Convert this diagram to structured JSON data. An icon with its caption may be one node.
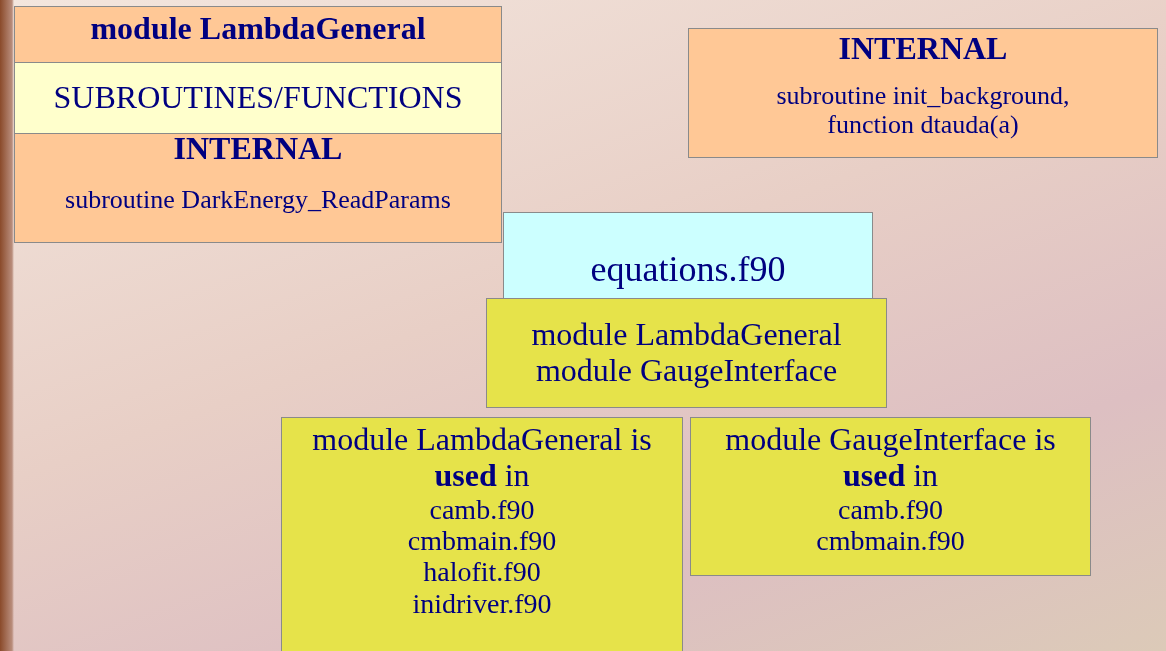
{
  "diagram": {
    "nodes": [
      {
        "text": [
          "module LambdaGeneral",
          "INTERNAL",
          "subroutine DarkEnergy_ReadParams"
        ]
      },
      {
        "text": [
          "SUBROUTINES/FUNCTIONS"
        ],
        "in": 0
      },
      {
        "text": [
          "INTERNAL",
          "subroutine init_background, function dtauda(a)"
        ]
      },
      {
        "text": [
          "equations.f90"
        ]
      },
      {
        "text": [
          "module LambdaGeneral",
          "module GaugeInterface"
        ]
      },
      {
        "text": [
          "module LambdaGeneral is **used** in",
          "camb.f90",
          "cmbmain.f90",
          "halofit.f90",
          "inidriver.f90"
        ]
      },
      {
        "text": [
          "module GaugeInterface is **used** in",
          "camb.f90",
          "cmbmain.f90"
        ]
      }
    ]
  }
}
